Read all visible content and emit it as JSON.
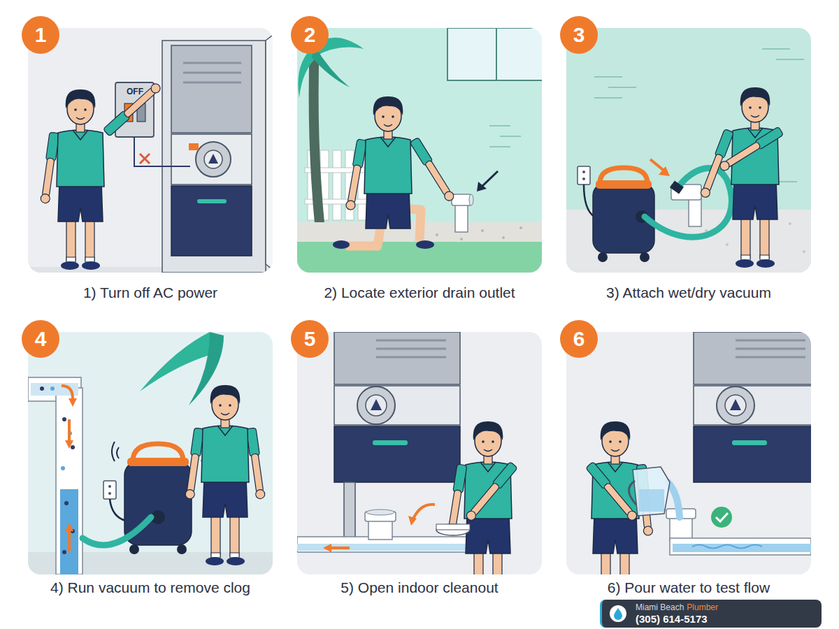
{
  "diagram": {
    "nodes": [
      {
        "text": [
          "1) Turn off AC power"
        ]
      },
      {
        "text": [
          "1"
        ],
        "in": 0
      },
      {
        "text": [
          "2) Locate exterior drain outlet"
        ]
      },
      {
        "text": [
          "2"
        ],
        "in": 2
      },
      {
        "text": [
          "3) Attach wet/dry vacuum"
        ]
      },
      {
        "text": [
          "3"
        ],
        "in": 4
      },
      {
        "text": [
          "4) Run vacuum to remove clog"
        ]
      },
      {
        "text": [
          "4"
        ],
        "in": 6
      },
      {
        "text": [
          "5) Open indoor cleanout"
        ]
      },
      {
        "text": [
          "5"
        ],
        "in": 8
      },
      {
        "text": [
          "6) Pour water to test flow"
        ]
      },
      {
        "text": [
          "6"
        ],
        "in": 10
      },
      {
        "text": [
          "Miami Beach",
          "Plumber",
          "(305) 614-5173"
        ]
      }
    ],
    "labels": [
      "OFF"
    ]
  }
}
